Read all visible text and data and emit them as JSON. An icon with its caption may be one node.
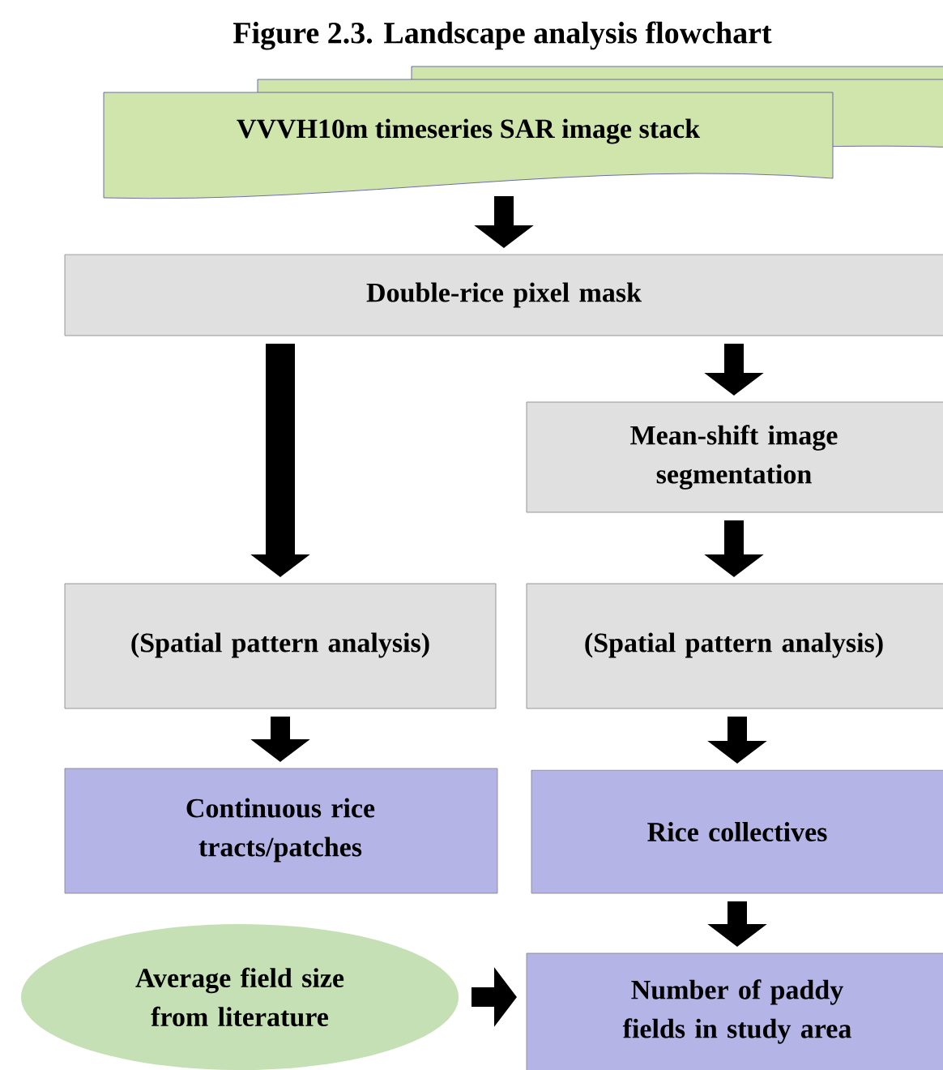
{
  "diagram": {
    "title": "Figure 2.3. Landscape analysis flowchart",
    "nodes": [
      {
        "text": [
          "VVVH10m timeseries SAR image stack"
        ]
      },
      {
        "text": [
          "Double-rice pixel mask"
        ]
      },
      {
        "text": [
          "Mean-shift image segmentation"
        ]
      },
      {
        "text": [
          "(Spatial pattern analysis)"
        ]
      },
      {
        "text": [
          "(Spatial pattern analysis)"
        ]
      },
      {
        "text": [
          "Continuous rice tracts/patches"
        ]
      },
      {
        "text": [
          "Rice collectives"
        ]
      },
      {
        "text": [
          "Average field size from literature"
        ]
      },
      {
        "text": [
          "Number of paddy fields in study area"
        ]
      }
    ],
    "edges": [
      {
        "from": 0,
        "to": 1,
        "arrow": "to"
      },
      {
        "from": 1,
        "to": 2,
        "arrow": "to"
      },
      {
        "from": 1,
        "to": 3,
        "arrow": "to"
      },
      {
        "from": 2,
        "to": 4,
        "arrow": "to"
      },
      {
        "from": 3,
        "to": 5,
        "arrow": "to"
      },
      {
        "from": 4,
        "to": 6,
        "arrow": "to"
      },
      {
        "from": 6,
        "to": 8,
        "arrow": "to"
      },
      {
        "from": 7,
        "to": 8,
        "arrow": "to"
      }
    ]
  }
}
